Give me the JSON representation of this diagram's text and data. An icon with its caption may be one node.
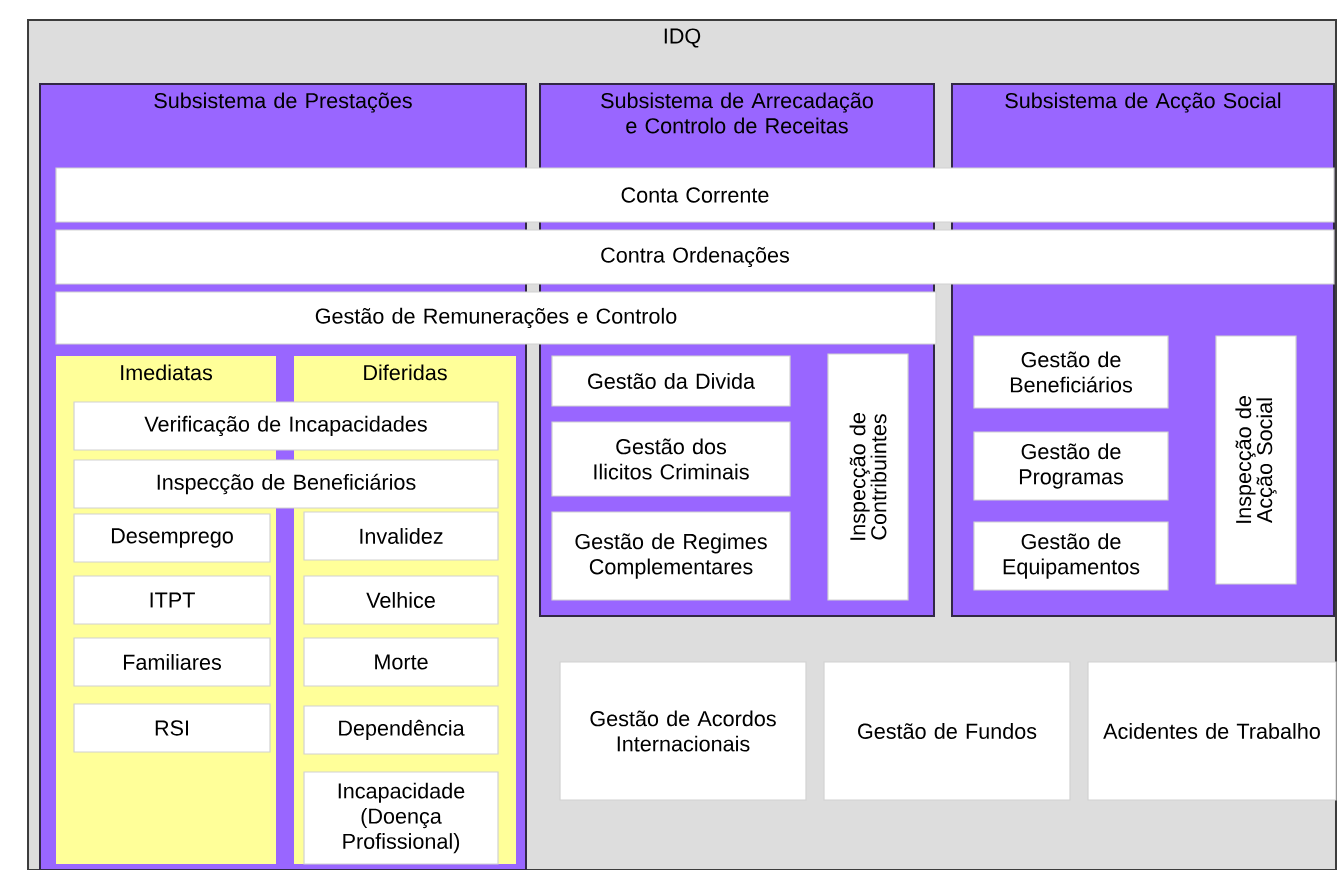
{
  "diagram": {
    "nodes": [
      {
        "text": [
          "IDQ"
        ]
      },
      {
        "text": [
          "Subsistema de Prestações"
        ],
        "in": 0
      },
      {
        "text": [
          "Subsistema de Arrecadação e Controlo de Receitas"
        ],
        "in": 0
      },
      {
        "text": [
          "Subsistema de Acção Social"
        ],
        "in": 0
      },
      {
        "text": [
          "Conta Corrente"
        ],
        "in": 0
      },
      {
        "text": [
          "Contra Ordenações"
        ],
        "in": 0
      },
      {
        "text": [
          "Gestão de Remunerações e Controlo"
        ],
        "in": 0
      },
      {
        "text": [
          "Imediatas"
        ],
        "in": 1
      },
      {
        "text": [
          "Diferidas"
        ],
        "in": 1
      },
      {
        "text": [
          "Verificação de Incapacidades"
        ],
        "in": 1
      },
      {
        "text": [
          "Inspecção de Beneficiários"
        ],
        "in": 1
      },
      {
        "text": [
          "Desemprego"
        ],
        "in": 7
      },
      {
        "text": [
          "ITPT"
        ],
        "in": 7
      },
      {
        "text": [
          "Familiares"
        ],
        "in": 7
      },
      {
        "text": [
          "RSI"
        ],
        "in": 7
      },
      {
        "text": [
          "Invalidez"
        ],
        "in": 8
      },
      {
        "text": [
          "Velhice"
        ],
        "in": 8
      },
      {
        "text": [
          "Morte"
        ],
        "in": 8
      },
      {
        "text": [
          "Dependência"
        ],
        "in": 8
      },
      {
        "text": [
          "Incapacidade (Doença Profissional)"
        ],
        "in": 8
      },
      {
        "text": [
          "Gestão da Divida"
        ],
        "in": 2
      },
      {
        "text": [
          "Gestão dos Ilicitos Criminais"
        ],
        "in": 2
      },
      {
        "text": [
          "Gestão de Regimes Complementares"
        ],
        "in": 2
      },
      {
        "text": [
          "Inspecção de Contribuintes"
        ],
        "in": 2
      },
      {
        "text": [
          "Gestão de Beneficiários"
        ],
        "in": 3
      },
      {
        "text": [
          "Gestão de Programas"
        ],
        "in": 3
      },
      {
        "text": [
          "Gestão de Equipamentos"
        ],
        "in": 3
      },
      {
        "text": [
          "Inspecção de Acção Social"
        ],
        "in": 3
      },
      {
        "text": [
          "Gestão de Acordos Internacionais"
        ],
        "in": 0
      },
      {
        "text": [
          "Gestão de Fundos"
        ],
        "in": 0
      },
      {
        "text": [
          "Acidentes de Trabalho"
        ],
        "in": 0
      }
    ]
  }
}
